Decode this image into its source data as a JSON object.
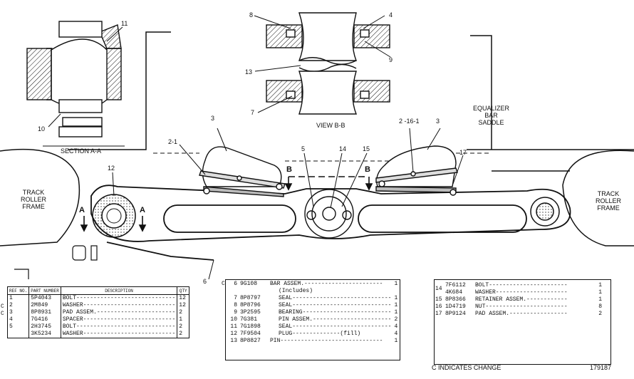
{
  "callouts": {
    "c11": "11",
    "c10": "10",
    "c8": "8",
    "c4": "4",
    "c9": "9",
    "c13": "13",
    "c7": "7",
    "c3a": "3",
    "c21a": "2-1",
    "c12": "12",
    "c5": "5",
    "c14": "14",
    "c15": "15",
    "c2161": "2 -16-1",
    "c3b": "3",
    "c17": "17",
    "c6": "6",
    "sec_a_left": "A",
    "sec_a_right": "A",
    "sec_b_left": "B",
    "sec_b_right": "B"
  },
  "labels": {
    "section_aa": "SECTION A-A",
    "view_bb": "VIEW B-B",
    "equalizer": [
      "EQUALIZER",
      "BAR",
      "SADDLE"
    ],
    "track_left": [
      "TRACK",
      "ROLLER",
      "FRAME"
    ],
    "track_right": [
      "TRACK",
      "ROLLER",
      "FRAME"
    ]
  },
  "table1": {
    "headers": [
      "REF NO.",
      "PART NUMBER",
      "DESCRIPTION",
      "QTY"
    ],
    "margin": [
      "C",
      "C"
    ],
    "rows": [
      {
        "ref": "1",
        "part": "5P4043",
        "desc": "BOLT-----------------------------",
        "qty": "12"
      },
      {
        "ref": "2",
        "part": "2M849",
        "desc": "WASHER---------------------------",
        "qty": "12"
      },
      {
        "ref": "3",
        "part": "8P8931",
        "desc": "PAD ASSEM.-----------------------",
        "qty": "2"
      },
      {
        "ref": "4",
        "part": "7G416",
        "desc": "SPACER---------------------------",
        "qty": "1"
      },
      {
        "ref": "5",
        "part": "2H3745",
        "desc": "BOLT-----------------------------",
        "qty": "2"
      },
      {
        "ref": "",
        "part": "3K5234",
        "desc": "WASHER---------------------------",
        "qty": "2"
      }
    ]
  },
  "table2": {
    "rows": [
      {
        "mark": "C",
        "ref": "6",
        "part": "9G108",
        "desc": "BAR ASSEM.-----------------------",
        "qty": "1"
      },
      {
        "mark": "",
        "ref": "",
        "part": "",
        "desc": "(Includes)",
        "qty": ""
      },
      {
        "mark": "",
        "ref": "7",
        "part": "8P8797",
        "desc": "SEAL-----------------------------",
        "qty": "1"
      },
      {
        "mark": "",
        "ref": "8",
        "part": "8P8796",
        "desc": "SEAL-----------------------------",
        "qty": "1"
      },
      {
        "mark": "",
        "ref": "9",
        "part": "3P2595",
        "desc": "BEARING--------------------------",
        "qty": "1"
      },
      {
        "mark": "",
        "ref": "10",
        "part": "7G381",
        "desc": "PIN ASSEM.-----------------------",
        "qty": "2"
      },
      {
        "mark": "",
        "ref": "11",
        "part": "7G1898",
        "desc": "SEAL-----------------------------",
        "qty": "4"
      },
      {
        "mark": "",
        "ref": "12",
        "part": "7F9504",
        "desc": "PLUG--------------(fill)",
        "qty": "4"
      },
      {
        "mark": "",
        "ref": "13",
        "part": "8P8827",
        "desc": "PIN------------------------------",
        "qty": "1"
      }
    ]
  },
  "table3": {
    "rows": [
      {
        "ref": "14",
        "part": "7F6112",
        "desc": "BOLT-----------------------",
        "qty": "1"
      },
      {
        "ref": "",
        "part": "4K684",
        "desc": "WASHER---------------------",
        "qty": "1"
      },
      {
        "ref": "15",
        "part": "8P8366",
        "desc": "RETAINER ASSEM.------------",
        "qty": "1"
      },
      {
        "ref": "16",
        "part": "1D4719",
        "desc": "NUT------------------------",
        "qty": "8"
      },
      {
        "ref": "17",
        "part": "8P9124",
        "desc": "PAD ASSEM.-----------------",
        "qty": "2"
      }
    ]
  },
  "footer": {
    "change_note": "C INDICATES CHANGE",
    "drawing_no": "179187"
  }
}
